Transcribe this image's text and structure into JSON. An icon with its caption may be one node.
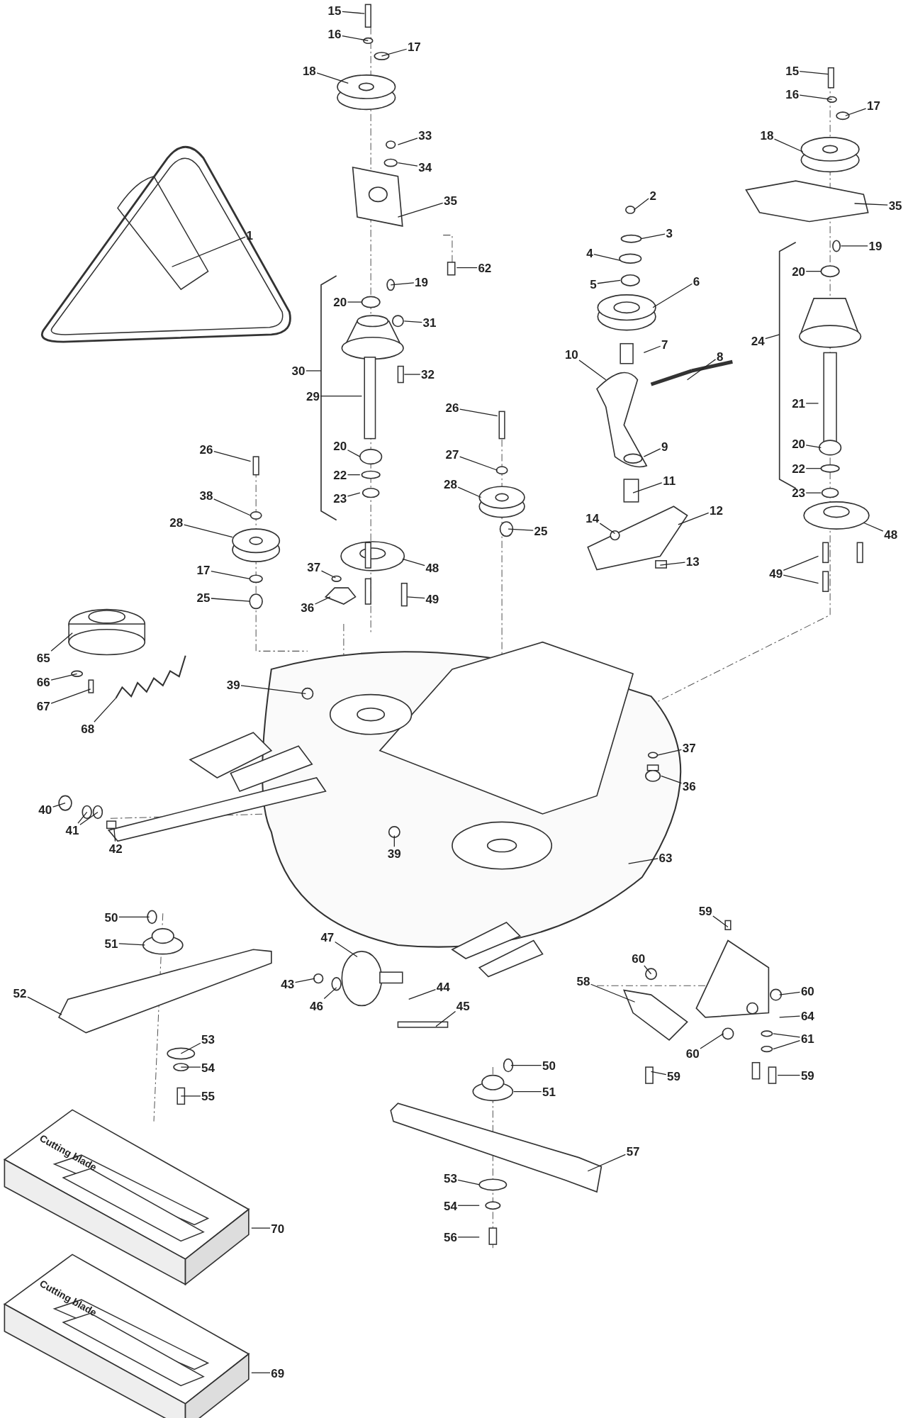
{
  "diagram": {
    "nodes": [
      {
        "text": [
          "1"
        ]
      },
      {
        "text": [
          "15"
        ]
      },
      {
        "text": [
          "16"
        ]
      },
      {
        "text": [
          "17"
        ]
      },
      {
        "text": [
          "18"
        ]
      },
      {
        "text": [
          "33"
        ]
      },
      {
        "text": [
          "34"
        ]
      },
      {
        "text": [
          "35"
        ]
      },
      {
        "text": [
          "62"
        ]
      },
      {
        "text": [
          "19"
        ]
      },
      {
        "text": [
          "20"
        ]
      },
      {
        "text": [
          "31"
        ]
      },
      {
        "text": [
          "30"
        ]
      },
      {
        "text": [
          "32"
        ]
      },
      {
        "text": [
          "29"
        ]
      },
      {
        "text": [
          "20"
        ]
      },
      {
        "text": [
          "22"
        ]
      },
      {
        "text": [
          "23"
        ]
      },
      {
        "text": [
          "48"
        ]
      },
      {
        "text": [
          "49"
        ]
      },
      {
        "text": [
          "26"
        ]
      },
      {
        "text": [
          "38"
        ]
      },
      {
        "text": [
          "28"
        ]
      },
      {
        "text": [
          "17"
        ]
      },
      {
        "text": [
          "25"
        ]
      },
      {
        "text": [
          "37"
        ]
      },
      {
        "text": [
          "36"
        ]
      },
      {
        "text": [
          "26"
        ]
      },
      {
        "text": [
          "27"
        ]
      },
      {
        "text": [
          "28"
        ]
      },
      {
        "text": [
          "25"
        ]
      },
      {
        "text": [
          "2"
        ]
      },
      {
        "text": [
          "3"
        ]
      },
      {
        "text": [
          "4"
        ]
      },
      {
        "text": [
          "5"
        ]
      },
      {
        "text": [
          "6"
        ]
      },
      {
        "text": [
          "10"
        ]
      },
      {
        "text": [
          "7"
        ]
      },
      {
        "text": [
          "8"
        ]
      },
      {
        "text": [
          "9"
        ]
      },
      {
        "text": [
          "11"
        ]
      },
      {
        "text": [
          "14"
        ]
      },
      {
        "text": [
          "12"
        ]
      },
      {
        "text": [
          "13"
        ]
      },
      {
        "text": [
          "15"
        ]
      },
      {
        "text": [
          "16"
        ]
      },
      {
        "text": [
          "17"
        ]
      },
      {
        "text": [
          "18"
        ]
      },
      {
        "text": [
          "35"
        ]
      },
      {
        "text": [
          "19"
        ]
      },
      {
        "text": [
          "20"
        ]
      },
      {
        "text": [
          "24"
        ]
      },
      {
        "text": [
          "21"
        ]
      },
      {
        "text": [
          "20"
        ]
      },
      {
        "text": [
          "22"
        ]
      },
      {
        "text": [
          "23"
        ]
      },
      {
        "text": [
          "48"
        ]
      },
      {
        "text": [
          "49"
        ]
      },
      {
        "text": [
          "65"
        ]
      },
      {
        "text": [
          "66"
        ]
      },
      {
        "text": [
          "67"
        ]
      },
      {
        "text": [
          "68"
        ]
      },
      {
        "text": [
          "39"
        ]
      },
      {
        "text": [
          "37"
        ]
      },
      {
        "text": [
          "36"
        ]
      },
      {
        "text": [
          "40"
        ]
      },
      {
        "text": [
          "41"
        ]
      },
      {
        "text": [
          "42"
        ]
      },
      {
        "text": [
          "39"
        ]
      },
      {
        "text": [
          "63"
        ]
      },
      {
        "text": [
          "50"
        ]
      },
      {
        "text": [
          "51"
        ]
      },
      {
        "text": [
          "52"
        ]
      },
      {
        "text": [
          "47"
        ]
      },
      {
        "text": [
          "43"
        ]
      },
      {
        "text": [
          "46"
        ]
      },
      {
        "text": [
          "44"
        ]
      },
      {
        "text": [
          "45"
        ]
      },
      {
        "text": [
          "59"
        ]
      },
      {
        "text": [
          "60"
        ]
      },
      {
        "text": [
          "58"
        ]
      },
      {
        "text": [
          "60"
        ]
      },
      {
        "text": [
          "64"
        ]
      },
      {
        "text": [
          "61"
        ]
      },
      {
        "text": [
          "53"
        ]
      },
      {
        "text": [
          "60"
        ]
      },
      {
        "text": [
          "50"
        ]
      },
      {
        "text": [
          "54"
        ]
      },
      {
        "text": [
          "59"
        ]
      },
      {
        "text": [
          "59"
        ]
      },
      {
        "text": [
          "51"
        ]
      },
      {
        "text": [
          "55"
        ]
      },
      {
        "text": [
          "57"
        ]
      },
      {
        "text": [
          "53"
        ]
      },
      {
        "text": [
          "54"
        ]
      },
      {
        "text": [
          "70"
        ]
      },
      {
        "text": [
          "56"
        ]
      },
      {
        "text": [
          "69"
        ]
      },
      {
        "text": [
          "Cutting blade"
        ]
      },
      {
        "text": [
          "Cutting blade"
        ]
      }
    ],
    "edges": [
      {
        "from": 0,
        "to": null,
        "arrow": "none"
      },
      {
        "from": 1,
        "to": null,
        "arrow": "none"
      },
      {
        "from": 2,
        "to": null,
        "arrow": "none"
      },
      {
        "from": 3,
        "to": null,
        "arrow": "none"
      },
      {
        "from": 4,
        "to": null,
        "arrow": "none"
      },
      {
        "from": 5,
        "to": null,
        "arrow": "none"
      },
      {
        "from": 6,
        "to": null,
        "arrow": "none"
      },
      {
        "from": 7,
        "to": null,
        "arrow": "none"
      },
      {
        "from": 8,
        "to": null,
        "arrow": "none"
      },
      {
        "from": 9,
        "to": null,
        "arrow": "none"
      },
      {
        "from": 10,
        "to": null,
        "arrow": "none"
      },
      {
        "from": 11,
        "to": null,
        "arrow": "none"
      },
      {
        "from": 12,
        "to": null,
        "arrow": "none"
      },
      {
        "from": 13,
        "to": null,
        "arrow": "none"
      },
      {
        "from": 14,
        "to": null,
        "arrow": "none"
      },
      {
        "from": 15,
        "to": null,
        "arrow": "none"
      },
      {
        "from": 16,
        "to": null,
        "arrow": "none"
      },
      {
        "from": 17,
        "to": null,
        "arrow": "none"
      },
      {
        "from": 18,
        "to": null,
        "arrow": "none"
      },
      {
        "from": 19,
        "to": null,
        "arrow": "none"
      },
      {
        "from": 20,
        "to": null,
        "arrow": "none"
      },
      {
        "from": 21,
        "to": null,
        "arrow": "none"
      },
      {
        "from": 22,
        "to": null,
        "arrow": "none"
      },
      {
        "from": 23,
        "to": null,
        "arrow": "none"
      },
      {
        "from": 24,
        "to": null,
        "arrow": "none"
      },
      {
        "from": 25,
        "to": null,
        "arrow": "none"
      },
      {
        "from": 26,
        "to": null,
        "arrow": "none"
      },
      {
        "from": 27,
        "to": null,
        "arrow": "none"
      },
      {
        "from": 28,
        "to": null,
        "arrow": "none"
      },
      {
        "from": 29,
        "to": null,
        "arrow": "none"
      },
      {
        "from": 30,
        "to": null,
        "arrow": "none"
      },
      {
        "from": 31,
        "to": null,
        "arrow": "none"
      },
      {
        "from": 32,
        "to": null,
        "arrow": "none"
      },
      {
        "from": 33,
        "to": null,
        "arrow": "none"
      },
      {
        "from": 34,
        "to": null,
        "arrow": "none"
      },
      {
        "from": 35,
        "to": null,
        "arrow": "none"
      },
      {
        "from": 36,
        "to": null,
        "arrow": "none"
      },
      {
        "from": 37,
        "to": null,
        "arrow": "none"
      },
      {
        "from": 38,
        "to": null,
        "arrow": "none"
      },
      {
        "from": 39,
        "to": null,
        "arrow": "none"
      },
      {
        "from": 40,
        "to": null,
        "arrow": "none"
      },
      {
        "from": 41,
        "to": null,
        "arrow": "none"
      },
      {
        "from": 42,
        "to": null,
        "arrow": "none"
      },
      {
        "from": 43,
        "to": null,
        "arrow": "none"
      },
      {
        "from": 44,
        "to": null,
        "arrow": "none"
      },
      {
        "from": 45,
        "to": null,
        "arrow": "none"
      },
      {
        "from": 46,
        "to": null,
        "arrow": "none"
      },
      {
        "from": 47,
        "to": null,
        "arrow": "none"
      },
      {
        "from": 48,
        "to": null,
        "arrow": "none"
      },
      {
        "from": 49,
        "to": null,
        "arrow": "none"
      },
      {
        "from": 50,
        "to": null,
        "arrow": "none"
      },
      {
        "from": 51,
        "to": null,
        "arrow": "none"
      },
      {
        "from": 52,
        "to": null,
        "arrow": "none"
      },
      {
        "from": 53,
        "to": null,
        "arrow": "none"
      },
      {
        "from": 54,
        "to": null,
        "arrow": "none"
      },
      {
        "from": 55,
        "to": null,
        "arrow": "none"
      },
      {
        "from": 56,
        "to": null,
        "arrow": "none"
      },
      {
        "from": 57,
        "to": null,
        "arrow": "none"
      },
      {
        "from": 57,
        "to": null,
        "arrow": "none"
      },
      {
        "from": 58,
        "to": null,
        "arrow": "none"
      },
      {
        "from": 59,
        "to": null,
        "arrow": "none"
      },
      {
        "from": 60,
        "to": null,
        "arrow": "none"
      },
      {
        "from": 61,
        "to": null,
        "arrow": "none"
      },
      {
        "from": 62,
        "to": null,
        "arrow": "none"
      },
      {
        "from": 63,
        "to": null,
        "arrow": "none"
      },
      {
        "from": 64,
        "to": null,
        "arrow": "none"
      },
      {
        "from": 65,
        "to": null,
        "arrow": "none"
      },
      {
        "from": 66,
        "to": null,
        "arrow": "none"
      },
      {
        "from": 66,
        "to": null,
        "arrow": "none"
      },
      {
        "from": 67,
        "to": null,
        "arrow": "none"
      },
      {
        "from": 68,
        "to": null,
        "arrow": "none"
      },
      {
        "from": 69,
        "to": null,
        "arrow": "none"
      },
      {
        "from": 70,
        "to": null,
        "arrow": "none"
      },
      {
        "from": 71,
        "to": null,
        "arrow": "none"
      },
      {
        "from": 72,
        "to": null,
        "arrow": "none"
      },
      {
        "from": 73,
        "to": null,
        "arrow": "none"
      },
      {
        "from": 74,
        "to": null,
        "arrow": "none"
      },
      {
        "from": 75,
        "to": null,
        "arrow": "none"
      },
      {
        "from": 76,
        "to": null,
        "arrow": "none"
      },
      {
        "from": 77,
        "to": null,
        "arrow": "none"
      },
      {
        "from": 78,
        "to": null,
        "arrow": "none"
      },
      {
        "from": 79,
        "to": null,
        "arrow": "none"
      },
      {
        "from": 80,
        "to": null,
        "arrow": "none"
      },
      {
        "from": 81,
        "to": null,
        "arrow": "none"
      },
      {
        "from": 82,
        "to": null,
        "arrow": "none"
      },
      {
        "from": 83,
        "to": null,
        "arrow": "none"
      },
      {
        "from": 83,
        "to": null,
        "arrow": "none"
      },
      {
        "from": 84,
        "to": null,
        "arrow": "none"
      },
      {
        "from": 85,
        "to": null,
        "arrow": "none"
      },
      {
        "from": 86,
        "to": null,
        "arrow": "none"
      },
      {
        "from": 87,
        "to": null,
        "arrow": "none"
      },
      {
        "from": 88,
        "to": null,
        "arrow": "none"
      },
      {
        "from": 89,
        "to": null,
        "arrow": "none"
      },
      {
        "from": 90,
        "to": null,
        "arrow": "none"
      },
      {
        "from": 91,
        "to": null,
        "arrow": "none"
      },
      {
        "from": 92,
        "to": null,
        "arrow": "none"
      },
      {
        "from": 93,
        "to": null,
        "arrow": "none"
      },
      {
        "from": 94,
        "to": null,
        "arrow": "none"
      },
      {
        "from": 95,
        "to": 98,
        "arrow": "none"
      },
      {
        "from": 96,
        "to": null,
        "arrow": "none"
      },
      {
        "from": 97,
        "to": 99,
        "arrow": "none"
      }
    ]
  }
}
